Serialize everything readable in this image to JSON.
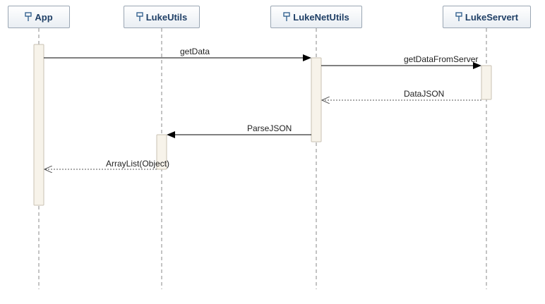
{
  "participants": [
    {
      "id": "app",
      "name": "App"
    },
    {
      "id": "lukeutils",
      "name": "LukeUtils"
    },
    {
      "id": "lukenetutils",
      "name": "LukeNetUtils"
    },
    {
      "id": "lukeservert",
      "name": "LukeServert"
    }
  ],
  "messages": [
    {
      "from": "app",
      "to": "lukenetutils",
      "label": "getData",
      "kind": "sync"
    },
    {
      "from": "lukenetutils",
      "to": "lukeservert",
      "label": "getDataFromServer",
      "kind": "sync"
    },
    {
      "from": "lukeservert",
      "to": "lukenetutils",
      "label": "DataJSON",
      "kind": "return"
    },
    {
      "from": "lukenetutils",
      "to": "lukeutils",
      "label": "ParseJSON",
      "kind": "sync"
    },
    {
      "from": "lukeutils",
      "to": "app",
      "label": "ArrayList(Object)",
      "kind": "return"
    }
  ],
  "colors": {
    "header_text": "#1f3f66",
    "header_border": "#9aa6b3",
    "lifeline": "#888888",
    "activation_fill": "#f7f3ea",
    "activation_border": "#c9c2b3",
    "arrow": "#000000",
    "return_arrow": "#555555"
  },
  "icon": "lifeline-icon"
}
